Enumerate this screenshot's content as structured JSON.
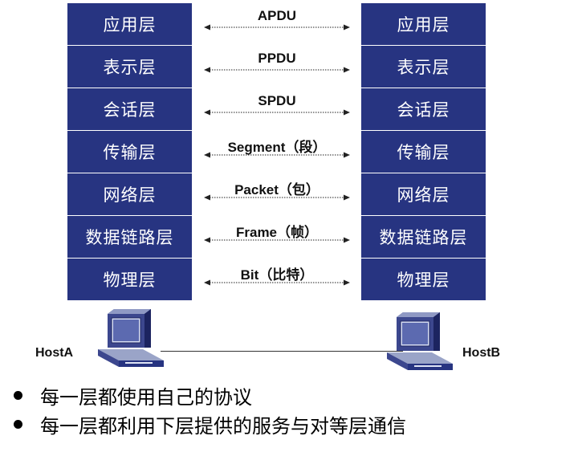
{
  "layers_left": [
    "应用层",
    "表示层",
    "会话层",
    "传输层",
    "网络层",
    "数据链路层",
    "物理层"
  ],
  "layers_right": [
    "应用层",
    "表示层",
    "会话层",
    "传输层",
    "网络层",
    "数据链路层",
    "物理层"
  ],
  "pdus": [
    "APDU",
    "PPDU",
    "SPDU",
    "Segment（段）",
    "Packet（包）",
    "Frame（帧）",
    "Bit（比特）"
  ],
  "hosts": {
    "left": "HostA",
    "right": "HostB"
  },
  "bullets": [
    "每一层都使用自己的协议",
    "每一层都利用下层提供的服务与对等层通信"
  ],
  "colors": {
    "layer_fill": "#273481",
    "layer_text": "#ffffff"
  },
  "icons": {
    "host": "computer-icon"
  }
}
